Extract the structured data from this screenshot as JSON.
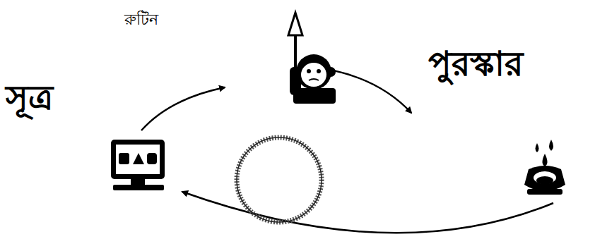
{
  "diagram": {
    "labels": [
      "রুটিন",
      "সূত্র",
      "পুরস্কার"
    ]
  }
}
